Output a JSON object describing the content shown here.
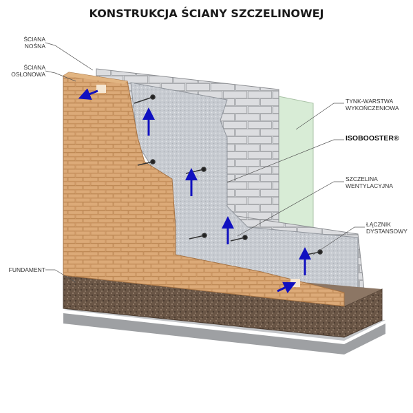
{
  "title": "KONSTRUKCJA ŚCIANY SZCZELINOWEJ",
  "labels": {
    "sciana_nosna": [
      "ŚCIANA",
      "NOŚNA"
    ],
    "sciana_oslonowa": [
      "ŚCIANA",
      "OSŁONOWA"
    ],
    "fundament": "FUNDAMENT",
    "tynk": [
      "TYNK-WARSTWA",
      "WYKOŃCZENIOWA"
    ],
    "isobooster": "ISOBOOSTER®",
    "szczelina": [
      "SZCZELINA",
      "WENTYLACYJNA"
    ],
    "lacznik": [
      "ŁĄCZNIK",
      "DYSTANSOWY"
    ]
  },
  "colors": {
    "brick": "#d8a26e",
    "brick_dark": "#b8834f",
    "block": "#d9dadc",
    "block_edge": "#9a9ca0",
    "plaster": "#d8ecd6",
    "foil": "#c9ccd1",
    "foundation": "#6e5a4a",
    "arrow": "#1010c0"
  }
}
